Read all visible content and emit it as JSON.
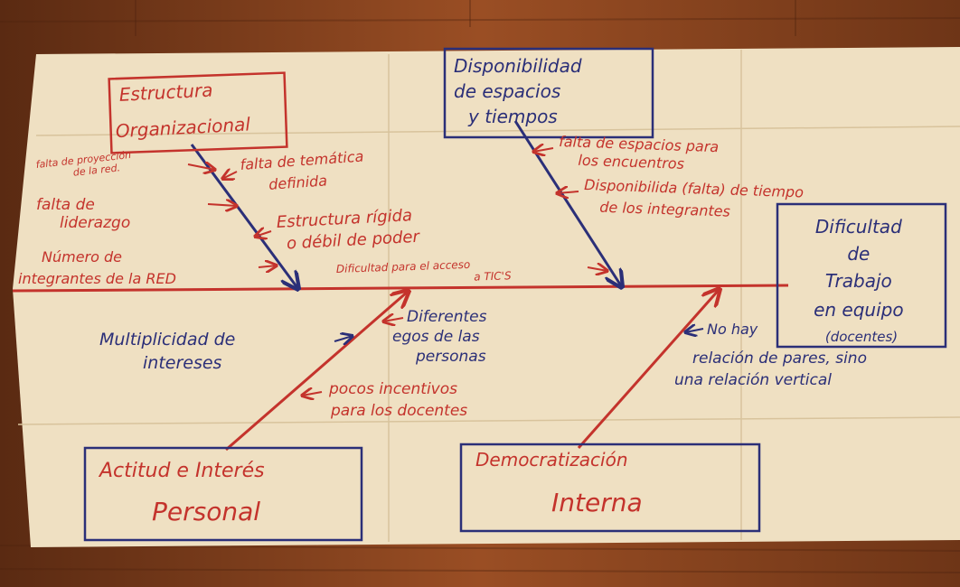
{
  "palette": {
    "wood_dark": "#6b3417",
    "wood_light": "#a8592b",
    "paper": "#efe0c2",
    "paper_edge": "#e2cfa9",
    "red_ink": "#c4332c",
    "blue_ink": "#2b2f78"
  },
  "effect": {
    "lines": [
      "Dificultad",
      "de",
      "Trabajo",
      "en equipo",
      "(docentes)"
    ]
  },
  "categories": {
    "estructura": {
      "lines": [
        "Estructura",
        "Organizacional"
      ]
    },
    "disponibilidad": {
      "lines": [
        "Disponibilidad",
        "de espacios",
        "y tiempos"
      ]
    },
    "actitud": {
      "lines": [
        "Actitud e Interés",
        "Personal"
      ]
    },
    "democratizacion": {
      "lines": [
        "Democratización",
        "Interna"
      ]
    }
  },
  "causes": {
    "proyeccion": [
      "falta de proyección",
      "de la red."
    ],
    "tematica": [
      "falta de temática",
      "definida"
    ],
    "liderazgo": [
      "falta de",
      "liderazgo"
    ],
    "rigida": [
      "Estructura rígida",
      "o débil de poder"
    ],
    "numero": [
      "Número de",
      "integrantes de la RED"
    ],
    "espacios": [
      "falta de espacios para",
      "los encuentros"
    ],
    "tiempo": [
      "Disponibilida (falta) de tiempo",
      "de los integrantes"
    ],
    "tics": [
      "Dificultad para el acceso",
      "a TIC'S"
    ],
    "multiplicidad": [
      "Multiplicidad de",
      "intereses"
    ],
    "egos": [
      "Diferentes",
      "egos de las",
      "personas"
    ],
    "incentivos": [
      "pocos incentivos",
      "para los docentes"
    ],
    "nohay": [
      "No hay",
      "relación de pares, sino",
      "una relación vertical"
    ]
  }
}
